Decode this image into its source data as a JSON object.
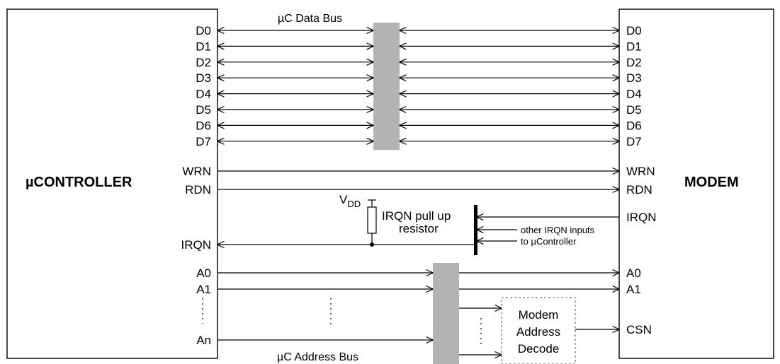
{
  "controller": {
    "title": "µCONTROLLER",
    "data_pins": [
      "D0",
      "D1",
      "D2",
      "D3",
      "D4",
      "D5",
      "D6",
      "D7"
    ],
    "wrn": "WRN",
    "rdn": "RDN",
    "irqn": "IRQN",
    "a0": "A0",
    "a1": "A1",
    "an": "An"
  },
  "modem": {
    "title": "MODEM",
    "data_pins": [
      "D0",
      "D1",
      "D2",
      "D3",
      "D4",
      "D5",
      "D6",
      "D7"
    ],
    "wrn": "WRN",
    "rdn": "RDN",
    "irqn": "IRQN",
    "a0": "A0",
    "a1": "A1",
    "csn": "CSN"
  },
  "labels": {
    "data_bus": "µC Data Bus",
    "address_bus": "µC Address Bus",
    "vdd_main": "V",
    "vdd_sub": "DD",
    "pullup_line1": "IRQN pull up",
    "pullup_line2": "resistor",
    "other_line1": "other IRQN inputs",
    "other_line2": "to µController",
    "decode_line1": "Modem",
    "decode_line2": "Address",
    "decode_line3": "Decode"
  },
  "colors": {
    "bus_fill": "#b3b3b3",
    "line": "#000000"
  }
}
